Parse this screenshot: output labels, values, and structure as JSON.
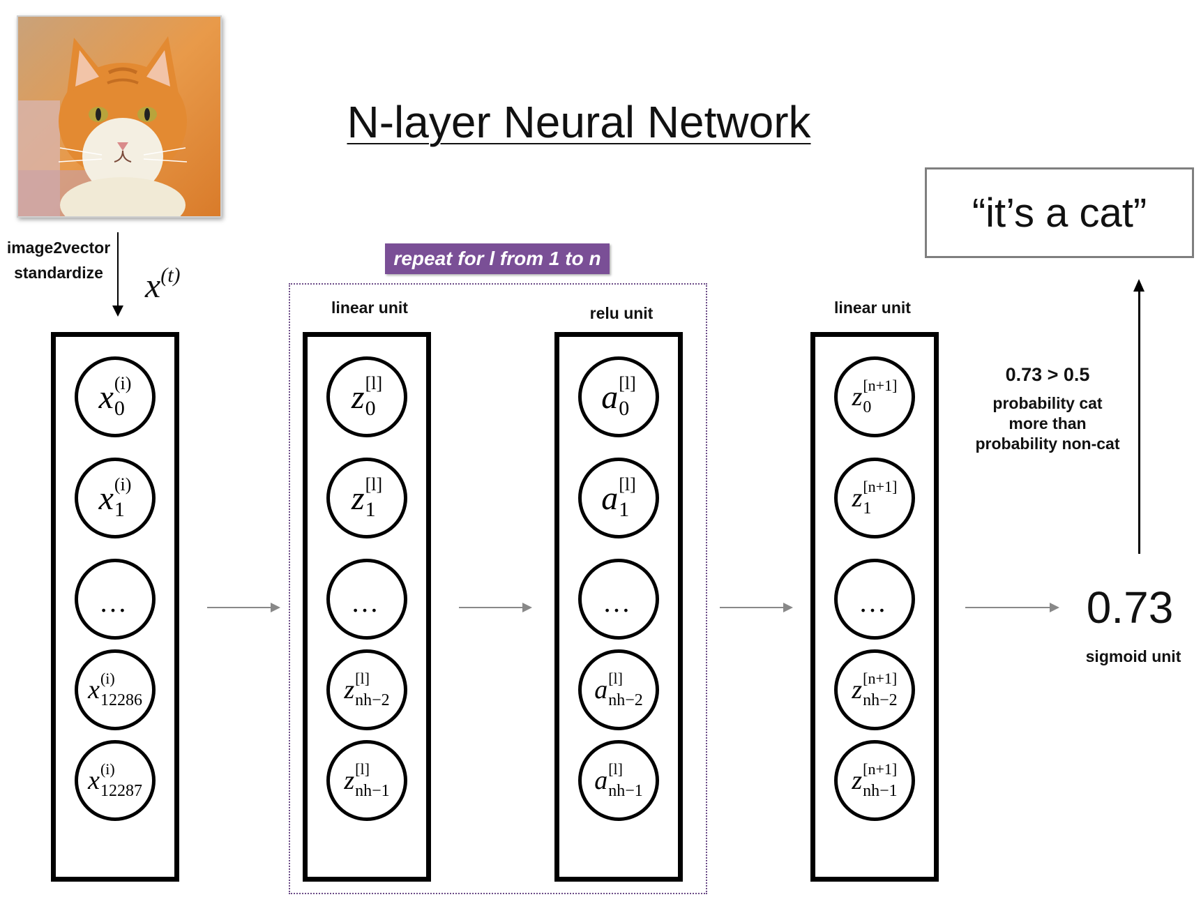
{
  "title": "N-layer Neural Network",
  "input_step": {
    "line1": "image2vector",
    "line2": "standardize",
    "symbol": "x",
    "symbol_sup": "(t)"
  },
  "repeat_label": "repeat for l from 1 to n",
  "layers": [
    {
      "label": "",
      "nodes": [
        {
          "sym": "x",
          "sup": "(i)",
          "sub": "0"
        },
        {
          "sym": "x",
          "sup": "(i)",
          "sub": "1"
        },
        {
          "sym": "…",
          "sup": "",
          "sub": ""
        },
        {
          "sym": "x",
          "sup": "(i)",
          "sub": "12286"
        },
        {
          "sym": "x",
          "sup": "(i)",
          "sub": "12287"
        }
      ]
    },
    {
      "label": "linear unit",
      "nodes": [
        {
          "sym": "z",
          "sup": "[l]",
          "sub": "0"
        },
        {
          "sym": "z",
          "sup": "[l]",
          "sub": "1"
        },
        {
          "sym": "…",
          "sup": "",
          "sub": ""
        },
        {
          "sym": "z",
          "sup": "[l]",
          "sub": "nh−2"
        },
        {
          "sym": "z",
          "sup": "[l]",
          "sub": "nh−1"
        }
      ]
    },
    {
      "label": "relu unit",
      "nodes": [
        {
          "sym": "a",
          "sup": "[l]",
          "sub": "0"
        },
        {
          "sym": "a",
          "sup": "[l]",
          "sub": "1"
        },
        {
          "sym": "…",
          "sup": "",
          "sub": ""
        },
        {
          "sym": "a",
          "sup": "[l]",
          "sub": "nh−2"
        },
        {
          "sym": "a",
          "sup": "[l]",
          "sub": "nh−1"
        }
      ]
    },
    {
      "label": "linear unit",
      "nodes": [
        {
          "sym": "z",
          "sup": "[n+1]",
          "sub": "0"
        },
        {
          "sym": "z",
          "sup": "[n+1]",
          "sub": "1"
        },
        {
          "sym": "…",
          "sup": "",
          "sub": ""
        },
        {
          "sym": "z",
          "sup": "[n+1]",
          "sub": "nh−2"
        },
        {
          "sym": "z",
          "sup": "[n+1]",
          "sub": "nh−1"
        }
      ]
    }
  ],
  "output": {
    "value": "0.73",
    "unit_label": "sigmoid unit",
    "comparison": "0.73 > 0.5",
    "explanation_line1": "probability cat",
    "explanation_line2": "more than",
    "explanation_line3": "probability non-cat",
    "result": "“it’s a cat”"
  },
  "colors": {
    "banner": "#7a4f96",
    "arrow": "#888888",
    "box_border": "#000000",
    "result_border": "#7f7f7f"
  }
}
